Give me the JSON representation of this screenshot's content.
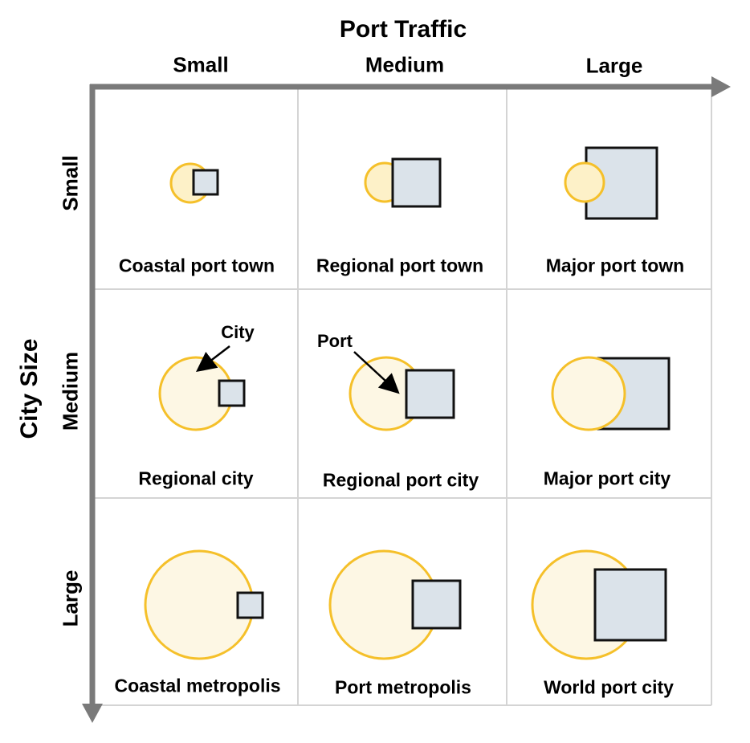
{
  "x_axis": {
    "title": "Port Traffic",
    "columns": [
      "Small",
      "Medium",
      "Large"
    ]
  },
  "y_axis": {
    "title": "City Size",
    "rows": [
      "Small",
      "Medium",
      "Large"
    ]
  },
  "cells": [
    [
      "Coastal port town",
      "Regional port town",
      "Major port town"
    ],
    [
      "Regional city",
      "Regional port city",
      "Major port city"
    ],
    [
      "Coastal metropolis",
      "Port metropolis",
      "World port city"
    ]
  ],
  "annotations": {
    "city": "City",
    "port": "Port"
  },
  "colors": {
    "city_fill": "#fdf6e3",
    "city_stroke": "#f5c02a",
    "port_fill": "#dbe3ea",
    "port_stroke": "#111111",
    "grid": "#d4d4d4",
    "axis": "#7a7a7a"
  }
}
